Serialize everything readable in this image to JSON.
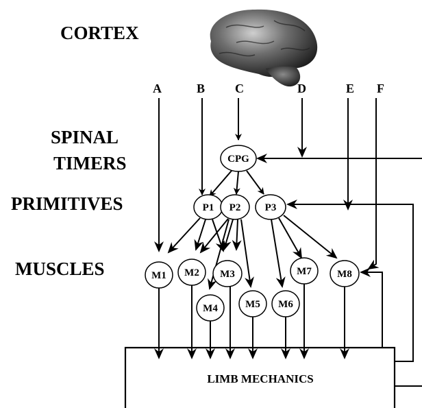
{
  "labels": {
    "cortex": "CORTEX",
    "spinal": "SPINAL",
    "timers": "TIMERS",
    "primitives": "PRIMITIVES",
    "muscles": "MUSCLES",
    "limb": "LIMB MECHANICS"
  },
  "inputs": [
    "A",
    "B",
    "C",
    "D",
    "E",
    "F"
  ],
  "timer_node": "CPG",
  "primitive_nodes": [
    "P1",
    "P2",
    "P3"
  ],
  "muscle_nodes": [
    "M1",
    "M2",
    "M3",
    "M4",
    "M5",
    "M6",
    "M7",
    "M8"
  ],
  "colors": {
    "ink": "#000000",
    "background": "#ffffff",
    "brain": "#3a3a3a"
  },
  "icons": {
    "brain": "brain-image"
  }
}
